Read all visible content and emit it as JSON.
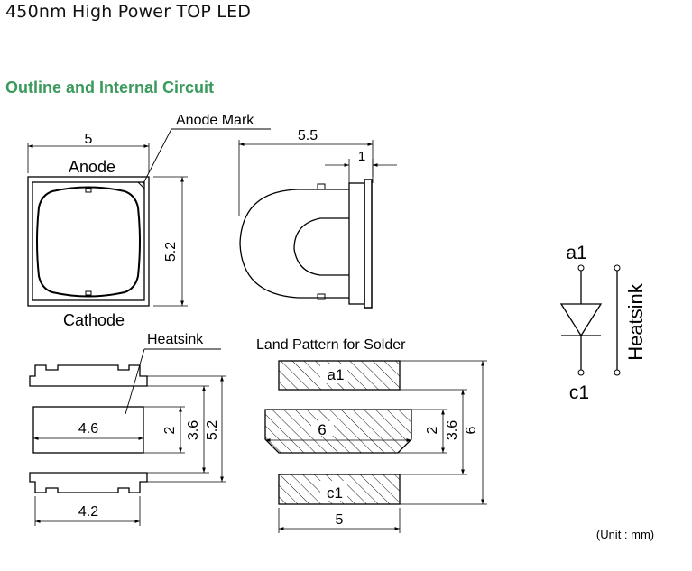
{
  "header": {
    "title": "450nm High Power TOP LED",
    "section_title": "Outline and Internal Circuit"
  },
  "top_view": {
    "width_label": "5",
    "height_label": "5.2",
    "anode_label": "Anode",
    "cathode_label": "Cathode",
    "anode_mark_label": "Anode Mark"
  },
  "side_view": {
    "depth_label": "5.5",
    "flange_label": "1"
  },
  "bottom_view": {
    "heatsink_label": "Heatsink",
    "heatsink_width_label": "4.6",
    "pad_width_label": "4.2",
    "dim_2": "2",
    "dim_3_6": "3.6",
    "dim_5_2": "5.2"
  },
  "land_pattern": {
    "title": "Land Pattern for Solder",
    "pad_a1": "a1",
    "pad_c1": "c1",
    "center_width_label": "6",
    "pad_width_label": "5",
    "dim_2": "2",
    "dim_3_6": "3.6",
    "dim_6": "6"
  },
  "circuit": {
    "anode_label": "a1",
    "cathode_label": "c1",
    "heatsink_label": "Heatsink"
  },
  "footer": {
    "unit_note": "(Unit : mm)"
  }
}
